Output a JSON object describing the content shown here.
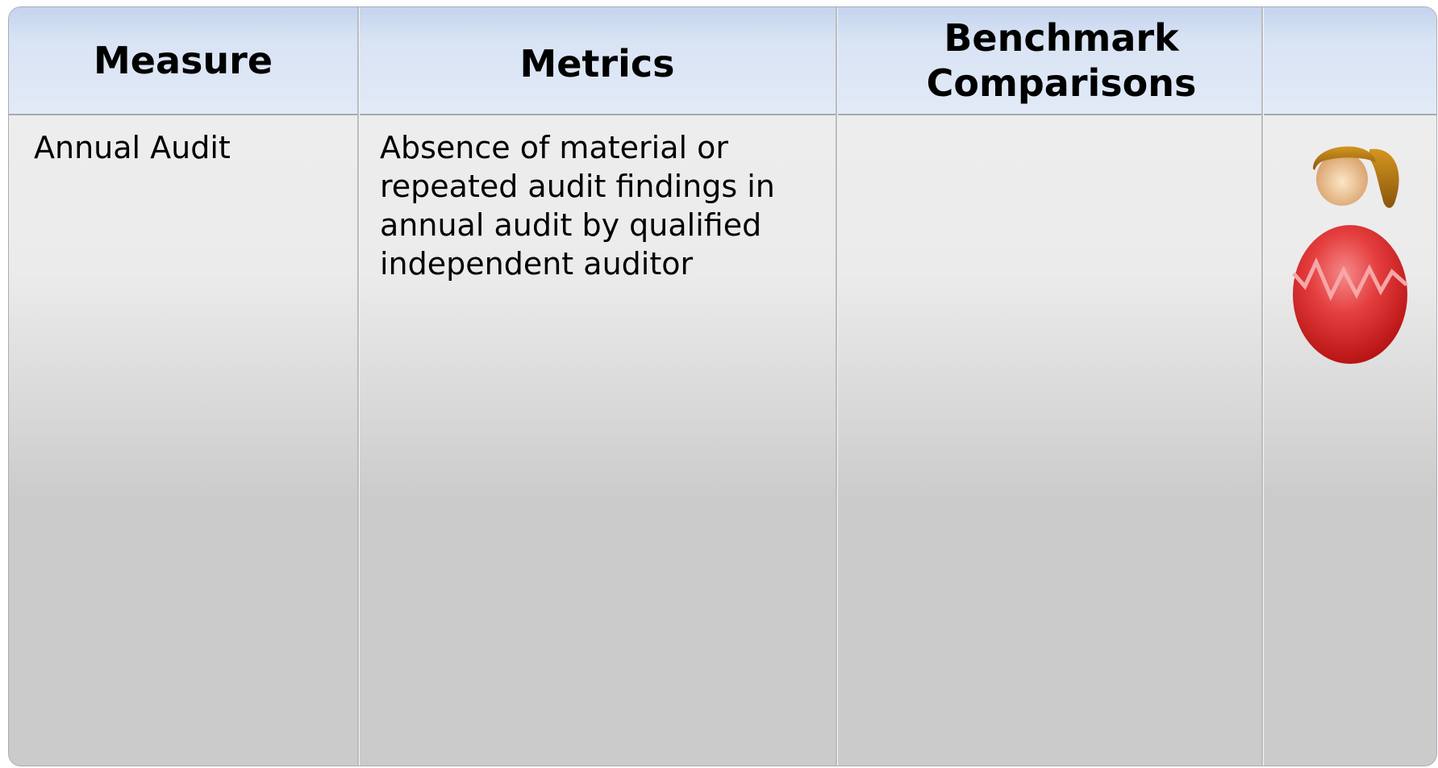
{
  "table": {
    "headers": [
      "Measure",
      "Metrics",
      "Benchmark Comparisons",
      ""
    ],
    "rows": [
      {
        "measure": "Annual Audit",
        "metrics": "Absence of material or repeated audit findings in annual audit by qualified independent auditor",
        "benchmark": ""
      }
    ]
  },
  "icons": {
    "person": "person-figure-icon"
  },
  "colors": {
    "header_blue": "#dbe5f5",
    "body_gray": "#cbcbcb",
    "figure_red": "#d92a2a",
    "figure_hair": "#b0740f"
  }
}
